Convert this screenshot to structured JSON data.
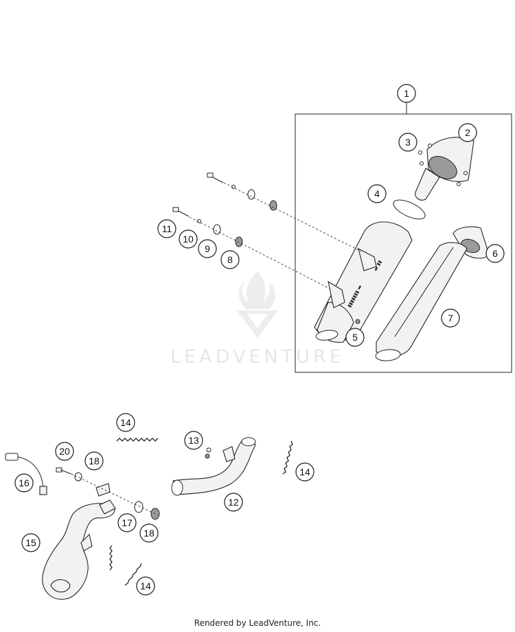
{
  "diagram": {
    "callouts": [
      {
        "id": "c1",
        "label": "1"
      },
      {
        "id": "c2",
        "label": "2"
      },
      {
        "id": "c3",
        "label": "3"
      },
      {
        "id": "c4",
        "label": "4"
      },
      {
        "id": "c5",
        "label": "5"
      },
      {
        "id": "c6",
        "label": "6"
      },
      {
        "id": "c7",
        "label": "7"
      },
      {
        "id": "c8",
        "label": "8"
      },
      {
        "id": "c9",
        "label": "9"
      },
      {
        "id": "c10",
        "label": "10"
      },
      {
        "id": "c11",
        "label": "11"
      },
      {
        "id": "c12",
        "label": "12"
      },
      {
        "id": "c13",
        "label": "13"
      },
      {
        "id": "c14a",
        "label": "14"
      },
      {
        "id": "c14b",
        "label": "14"
      },
      {
        "id": "c14c",
        "label": "14"
      },
      {
        "id": "c15",
        "label": "15"
      },
      {
        "id": "c16",
        "label": "16"
      },
      {
        "id": "c17",
        "label": "17"
      },
      {
        "id": "c18a",
        "label": "18"
      },
      {
        "id": "c18b",
        "label": "18"
      },
      {
        "id": "c20",
        "label": "20"
      }
    ]
  },
  "watermark": {
    "text": "LEADVENTURE"
  },
  "footer": {
    "text": "Rendered by LeadVenture, Inc."
  },
  "colors": {
    "line": "#222222",
    "part_fill": "#f2f2f2",
    "watermark": "#e6e6e6"
  }
}
